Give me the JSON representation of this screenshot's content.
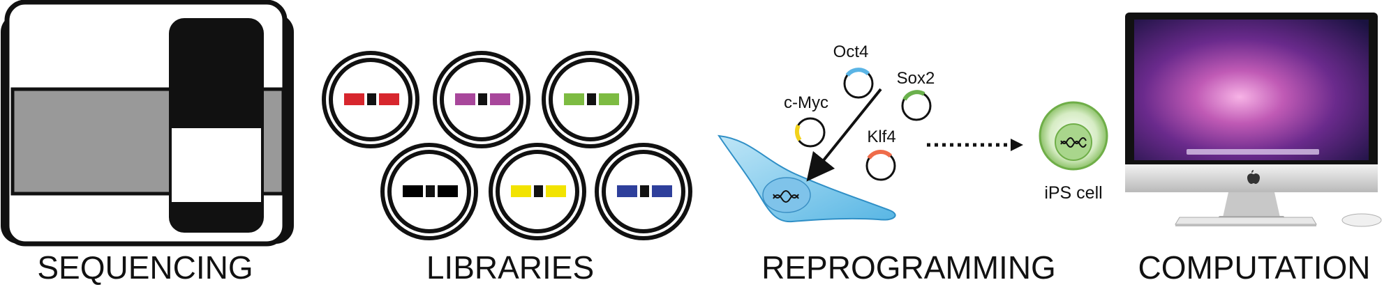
{
  "panels": [
    {
      "label": "SEQUENCING"
    },
    {
      "label": "LIBRARIES"
    },
    {
      "label": "REPROGRAMMING"
    },
    {
      "label": "COMPUTATION"
    }
  ],
  "libraries": {
    "colors": [
      "#d7262d",
      "#a8479b",
      "#7dbb42",
      "#000000",
      "#f2e300",
      "#2e3f9b"
    ]
  },
  "reprogramming": {
    "factors": [
      {
        "name": "Oct4",
        "color": "#5ab4e5"
      },
      {
        "name": "Sox2",
        "color": "#6ab04c"
      },
      {
        "name": "c-Myc",
        "color": "#f2d21b"
      },
      {
        "name": "Klf4",
        "color": "#ef6c4a"
      }
    ],
    "result_label": "iPS cell"
  },
  "computation": {
    "icon": "imac-computer-icon",
    "peripherals": [
      "keyboard-icon",
      "mouse-icon"
    ]
  }
}
